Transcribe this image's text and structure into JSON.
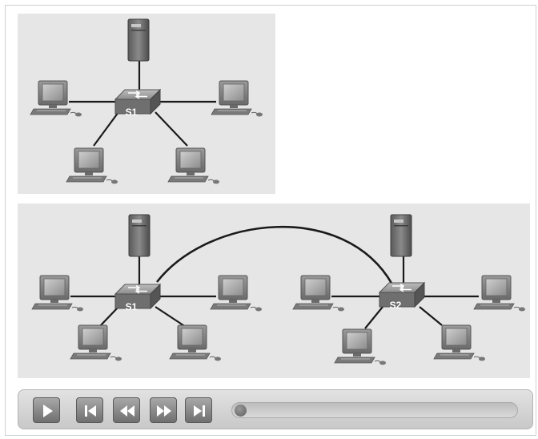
{
  "diagram": {
    "top": {
      "switch_label": "S1"
    },
    "bottom": {
      "switch_left_label": "S1",
      "switch_right_label": "S2"
    }
  },
  "player": {
    "controls": [
      "play-icon",
      "skip-to-start-icon",
      "rewind-icon",
      "fast-forward-icon",
      "skip-to-end-icon"
    ],
    "progress": 0
  }
}
